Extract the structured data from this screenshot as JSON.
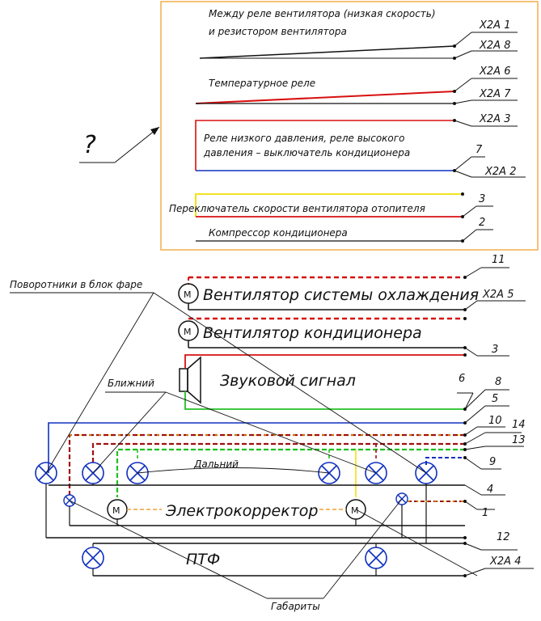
{
  "question_mark": "?",
  "box_labels": {
    "fan_low_speed": [
      "Между реле вентилятора (низкая скорость)",
      "и резистором вентилятора"
    ],
    "temp_relay": "Температурное реле",
    "pressure": [
      "Реле низкого давления, реле высокого",
      "давления – выключатель кондиционера"
    ],
    "heater_switch": "Переключатель скорости вентилятора отопителя",
    "compressor": "Компрессор кондиционера"
  },
  "box_pins": {
    "p1": "X2A 1",
    "p2": "X2A 8",
    "p3": "X2A 6",
    "p4": "X2A 7",
    "p5": "X2A 3",
    "p6": "7",
    "p7": "X2A 2",
    "p8": "3",
    "p9": "2"
  },
  "components": {
    "cooling_fan": "Вентилятор системы охлаждения",
    "ac_fan": "Вентилятор кондиционера",
    "horn": "Звуковой сигнал",
    "headlight_corrector": "Электрокорректор",
    "fog_lights": "ПТФ",
    "motor_symbol": "M"
  },
  "callouts": {
    "turn_signals": "Поворотники в блок фаре",
    "low_beam": "Ближний",
    "high_beam": "Дальний",
    "side_lights": "Габариты"
  },
  "pins": {
    "p11": "11",
    "x2a5": "X2A 5",
    "p3": "3",
    "p6": "6",
    "p8": "8",
    "p5": "5",
    "p10": "10",
    "p14": "14",
    "p13": "13",
    "p9": "9",
    "p4": "4",
    "p1": "1",
    "p12": "12",
    "x2a4": "X2A 4"
  },
  "colors": {
    "box_border": "#f0a030",
    "wire_black": "#111111",
    "wire_red": "#d81010",
    "wire_blue": "#1030c0",
    "wire_yellow": "#f0e000",
    "wire_green": "#20c020",
    "wire_dark_red": "#a01010"
  }
}
